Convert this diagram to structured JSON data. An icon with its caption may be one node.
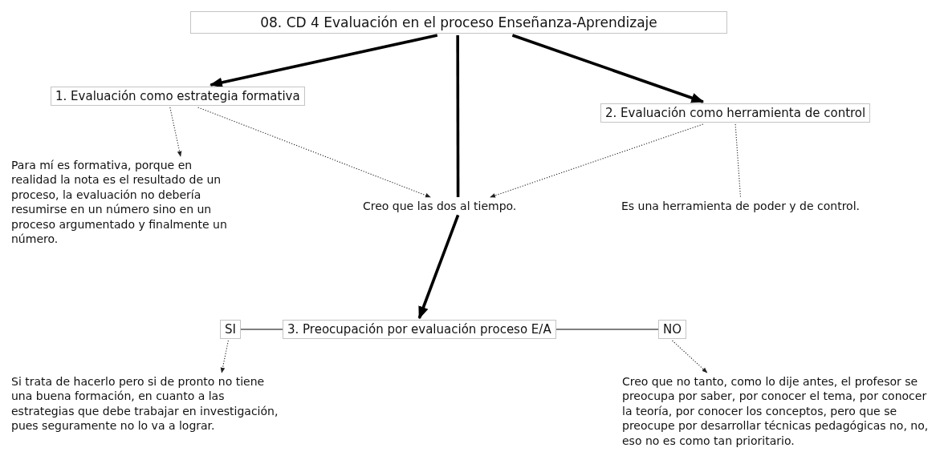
{
  "diagram": {
    "nodes": [
      {
        "text": [
          "08. CD 4 Evaluación en el proceso Enseñanza-Aprendizaje"
        ]
      },
      {
        "text": [
          "1. Evaluación como estrategia formativa"
        ]
      },
      {
        "text": [
          "2. Evaluación como herramienta de control"
        ]
      },
      {
        "text": [
          "Para mí es formativa, porque en realidad la nota es el resultado de un proceso, la evaluación no debería resumirse en un número sino en un proceso argumentado y finalmente un número."
        ]
      },
      {
        "text": [
          "Creo que las dos al tiempo."
        ]
      },
      {
        "text": [
          "Es una herramienta de poder y de control."
        ]
      },
      {
        "text": [
          "SI"
        ]
      },
      {
        "text": [
          "3. Preocupación por evaluación proceso E/A"
        ]
      },
      {
        "text": [
          "NO"
        ]
      },
      {
        "text": [
          "Si trata de hacerlo pero si de pronto  no tiene una buena formación, en cuanto a las estrategias que debe trabajar en investigación, pues seguramente no lo va a lograr."
        ]
      },
      {
        "text": [
          "Creo que no tanto, como lo dije antes, el profesor se preocupa por saber, por conocer el tema, por conocer la teoría, por conocer los conceptos, pero que se preocupe por desarrollar técnicas pedagógicas no, no, eso no es como tan prioritario."
        ]
      }
    ],
    "edges": [
      {
        "from": 0,
        "to": 1,
        "arrow": "to",
        "style": "thick"
      },
      {
        "from": 0,
        "to": 4,
        "arrow": "none",
        "style": "thick"
      },
      {
        "from": 4,
        "to": 7,
        "arrow": "to",
        "style": "thick"
      },
      {
        "from": 0,
        "to": 2,
        "arrow": "to",
        "style": "thick"
      },
      {
        "from": 1,
        "to": 3,
        "arrow": "to",
        "style": "dashed"
      },
      {
        "from": 1,
        "to": 4,
        "arrow": "to",
        "style": "dashed"
      },
      {
        "from": 2,
        "to": 4,
        "arrow": "to",
        "style": "dashed"
      },
      {
        "from": 2,
        "to": 5,
        "arrow": "none",
        "style": "dashed"
      },
      {
        "from": 6,
        "to": 7,
        "arrow": "none"
      },
      {
        "from": 7,
        "to": 8,
        "arrow": "none"
      },
      {
        "from": 6,
        "to": 9,
        "arrow": "to",
        "style": "dashed"
      },
      {
        "from": 8,
        "to": 10,
        "arrow": "to",
        "style": "dashed"
      }
    ]
  }
}
